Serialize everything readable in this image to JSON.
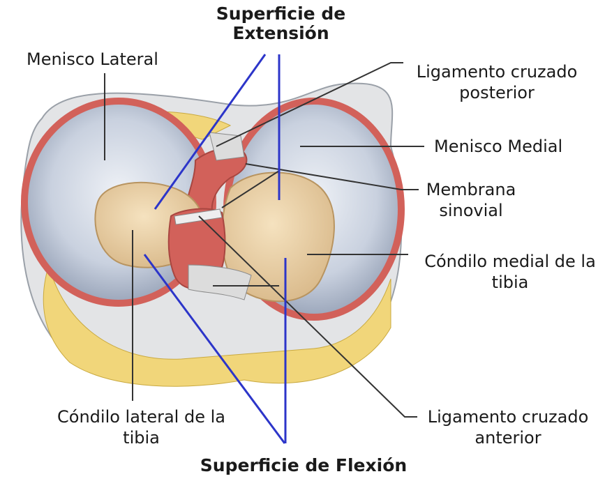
{
  "labels": {
    "extension_surface": [
      "Superficie de",
      "Extensión"
    ],
    "lateral_meniscus": "Menisco Lateral",
    "posterior_cruciate": [
      "Ligamento cruzado",
      "posterior"
    ],
    "medial_meniscus": "Menisco Medial",
    "synovial_membrane": [
      "Membrana",
      "sinovial"
    ],
    "medial_condyle": [
      "Cóndilo medial de la",
      "tibia"
    ],
    "lateral_condyle": [
      "Cóndilo lateral de la",
      "tibia"
    ],
    "anterior_cruciate": [
      "Ligamento cruzado",
      "anterior"
    ],
    "flexion_surface": "Superficie de Flexión"
  },
  "colors": {
    "blue_lines": "#2c35c9",
    "leader_lines": "#333333",
    "meniscus": "#c8d0de",
    "condyle": "#e8cfa4",
    "ligament": "#d2615a",
    "fat": "#f1d67a",
    "capsule": "#e3e4e6"
  }
}
